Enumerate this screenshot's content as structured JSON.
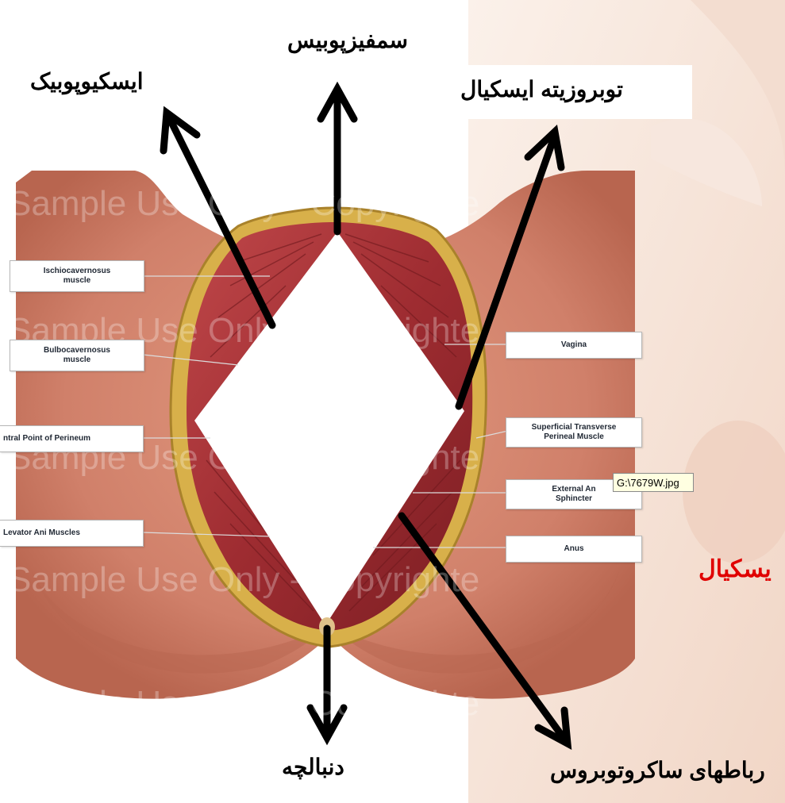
{
  "labels_fa": {
    "symphysis_pubis": "سمفیزپوبیس",
    "ischiopubic": "ایسکیوپوبیک",
    "ischial_tuberosity": "توبروزیته ایسکیال",
    "coccyx": "دنبالچه",
    "sacrotuberous_ligaments": "رباطهای ساکروتوبروس",
    "side_partial": "یسکیال"
  },
  "anatomy_labels": {
    "left": [
      [
        "Ischiocavernosus",
        "muscle"
      ],
      [
        "Bulbocavernosus",
        "muscle"
      ],
      [
        "ntral Point of Perineum"
      ],
      [
        "Levator Ani Muscles"
      ]
    ],
    "right": [
      [
        "Vagina"
      ],
      [
        "Superficial Transverse",
        "Perineal Muscle"
      ],
      [
        "External An",
        "Sphincter"
      ],
      [
        "Anus"
      ]
    ]
  },
  "watermark_text": [
    "Sample Use Only - Copyrighte",
    "Sample Use Only - Copyrighte",
    "Sample Use Only - Copyrighte",
    "Sample Use Only - Copyrighte",
    "Sample Use Only - Copyrighte"
  ],
  "tooltip": "G:\\7679W.jpg",
  "colors": {
    "background_right": "#f6e2d6",
    "skin": "#d4836a",
    "skin_dark": "#b9624a",
    "muscle": "#a83236",
    "muscle_dark": "#7c1e23",
    "fat": "#d8b04a",
    "arrow": "#000000",
    "side_text": "#e00000"
  }
}
